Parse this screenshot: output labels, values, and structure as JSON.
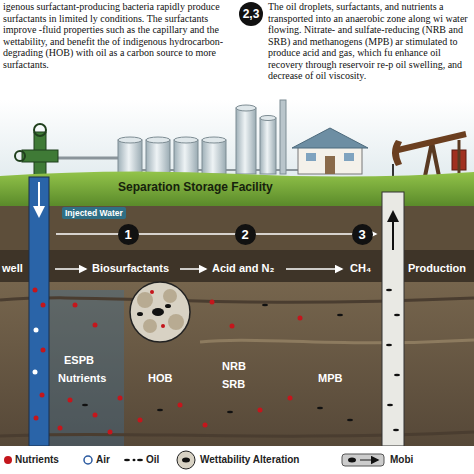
{
  "diagram": {
    "nodes": [
      {
        "text": [
          "2,3"
        ]
      },
      {
        "text": [
          "1"
        ]
      },
      {
        "text": [
          "2"
        ]
      },
      {
        "text": [
          "3"
        ]
      }
    ],
    "labels": [
      "igenous surfactant-producing bacteria rapidly produce surfactants in limited ly conditions. The surfactants improve -fluid properties such as the capillary and the wettability, and benefit the of indigenous hydrocarbon-degrading (HOB) with oil as a carbon source to more surfactants.",
      "The oil droplets, surfactants, and nutrients a transported into an anaerobic zone along wi water flowing. Nitrate- and sulfate-reducing (NRB and SRB) and methanogens (MPB) ar stimulated to produce acid and gas, which fu enhance oil recovery through reservoir re-p oil swelling, and decrease of oil viscosity.",
      "Separation Storage Facility",
      "Injected Water",
      "well",
      "Biosurfactants",
      "Acid and N₂",
      "CH₄",
      "Production",
      "ESPB",
      "Nutrients",
      "HOB",
      "NRB",
      "SRB",
      "MPB"
    ],
    "legend": [
      {
        "text": "Nutrients",
        "color": "#c4161c"
      },
      {
        "text": "Air"
      },
      {
        "text": "Oil"
      },
      {
        "text": "Wettability Alteration"
      },
      {
        "text": "Mobi"
      }
    ]
  }
}
